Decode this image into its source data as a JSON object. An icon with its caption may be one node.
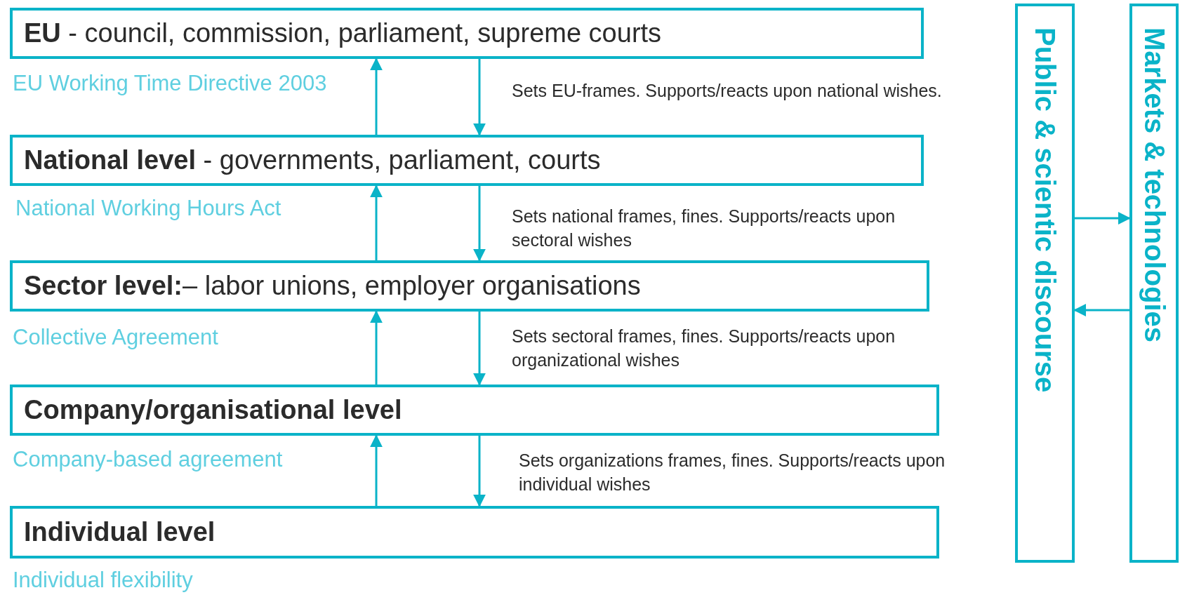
{
  "diagram": {
    "nodes": [
      {
        "text": [
          "**EU** - council, commission, parliament, supreme courts"
        ],
        "beside": [
          "EU Working Time Directive 2003"
        ]
      },
      {
        "text": [
          "**National level** - governments, parliament, courts"
        ],
        "beside": [
          "National Working Hours Act"
        ]
      },
      {
        "text": [
          "**Sector level:**– labor unions, employer organisations"
        ],
        "beside": [
          "Collective Agreement"
        ]
      },
      {
        "text": [
          "Company/organisational level"
        ],
        "beside": [
          "Company-based agreement"
        ]
      },
      {
        "text": [
          "Individual level"
        ],
        "beside": [
          "Individual flexibility"
        ]
      },
      {
        "text": [
          "Public & scientic discourse"
        ]
      },
      {
        "text": [
          "Markets & technologies"
        ]
      }
    ],
    "edges": [
      {
        "from": 1,
        "to": 0,
        "arrow": "to"
      },
      {
        "from": 0,
        "to": 1,
        "arrow": "to",
        "label": "Sets EU-frames. Supports/reacts upon national wishes."
      },
      {
        "from": 2,
        "to": 1,
        "arrow": "to"
      },
      {
        "from": 1,
        "to": 2,
        "arrow": "to",
        "label": "Sets national frames, fines. Supports/reacts upon sectoral wishes"
      },
      {
        "from": 3,
        "to": 2,
        "arrow": "to"
      },
      {
        "from": 2,
        "to": 3,
        "arrow": "to",
        "label": "Sets sectoral frames, fines. Supports/reacts upon organizational wishes"
      },
      {
        "from": 4,
        "to": 3,
        "arrow": "to"
      },
      {
        "from": 3,
        "to": 4,
        "arrow": "to",
        "label": "Sets organizations frames, fines. Supports/reacts upon individual wishes"
      },
      {
        "from": 5,
        "to": 6,
        "arrow": "to"
      },
      {
        "from": 6,
        "to": 5,
        "arrow": "to"
      }
    ]
  }
}
